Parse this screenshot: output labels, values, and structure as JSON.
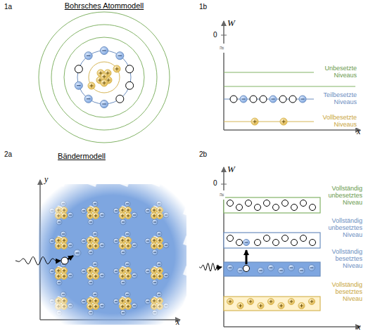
{
  "diagram": {
    "labels": [
      "1a",
      "Bohrsches Atommodell",
      "1b",
      "W",
      "0",
      "≈",
      "Unbesetzte Niveaus",
      "Teilbesetzte Niveaus",
      "Vollbesetzte Niveaus",
      "x",
      "2a",
      "Bändermodell",
      "y",
      "x",
      "2b",
      "W",
      "0",
      "≈",
      "Vollständig unbesetztes Niveau",
      "Vollständig unbesetztes Niveau",
      "Vollständig besetztes Niveau",
      "Vollständig besetztes Niveau",
      "x"
    ]
  }
}
